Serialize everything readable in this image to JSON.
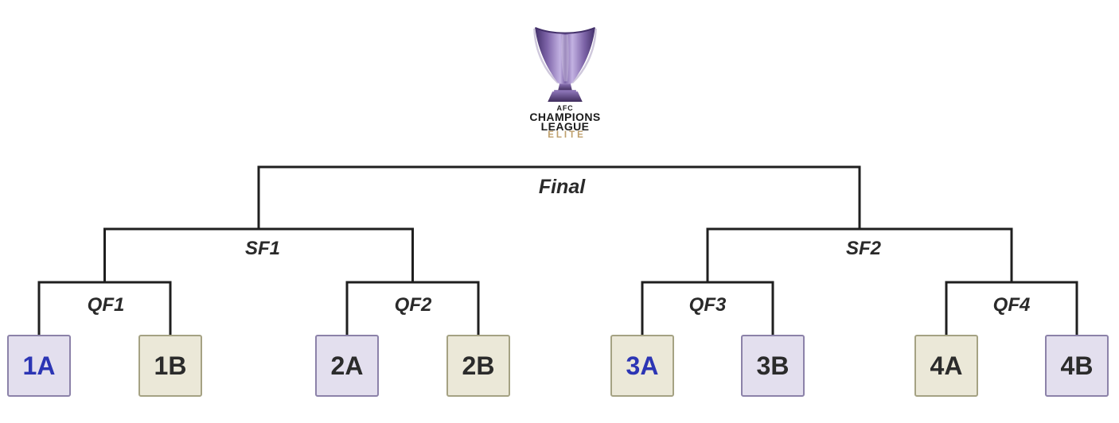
{
  "page": {
    "background": "#ffffff"
  },
  "logo": {
    "org": "AFC",
    "title_line1": "CHAMPIONS",
    "title_line2": "LEAGUE",
    "tier": "ELITE",
    "colors": {
      "title_text": "#1b1b1b",
      "tier_gold": "#bfa06d",
      "trophy_edge_dark": "#43306a",
      "trophy_mid": "#7d64a8",
      "trophy_light": "#c3b2e2",
      "trophy_trim": "#cfc8dc",
      "trophy_base_dark": "#3f2c5c",
      "trophy_base_light": "#8a72b4"
    }
  },
  "bracket": {
    "connector_color": "#1f1f1f",
    "final": {
      "label": "Final"
    },
    "semifinals": [
      {
        "label": "SF1",
        "feeds": [
          "QF1",
          "QF2"
        ]
      },
      {
        "label": "SF2",
        "feeds": [
          "QF3",
          "QF4"
        ]
      }
    ],
    "quarterfinals": [
      {
        "label": "QF1",
        "teams": [
          "1A",
          "1B"
        ]
      },
      {
        "label": "QF2",
        "teams": [
          "2A",
          "2B"
        ]
      },
      {
        "label": "QF3",
        "teams": [
          "3A",
          "3B"
        ]
      },
      {
        "label": "QF4",
        "teams": [
          "4A",
          "4B"
        ]
      }
    ],
    "teams": [
      {
        "label": "1A",
        "fill": "#e3dfee",
        "border": "#8c82a9",
        "text": "#2c35b4"
      },
      {
        "label": "1B",
        "fill": "#ebe8d8",
        "border": "#a5a283",
        "text": "#2b2b2b"
      },
      {
        "label": "2A",
        "fill": "#e3dfee",
        "border": "#8c82a9",
        "text": "#2b2b2b"
      },
      {
        "label": "2B",
        "fill": "#ebe8d8",
        "border": "#a5a283",
        "text": "#2b2b2b"
      },
      {
        "label": "3A",
        "fill": "#ebe8d8",
        "border": "#a5a283",
        "text": "#2c35b4"
      },
      {
        "label": "3B",
        "fill": "#e3dfee",
        "border": "#8c82a9",
        "text": "#2b2b2b"
      },
      {
        "label": "4A",
        "fill": "#ebe8d8",
        "border": "#a5a283",
        "text": "#2b2b2b"
      },
      {
        "label": "4B",
        "fill": "#e3dfee",
        "border": "#8c82a9",
        "text": "#2b2b2b"
      }
    ]
  }
}
